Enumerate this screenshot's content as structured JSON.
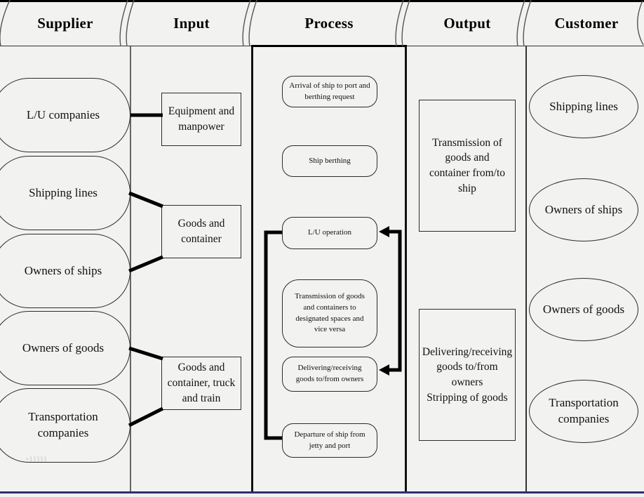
{
  "title": "SIPOC diagram",
  "header": {
    "columns": [
      {
        "id": "supplier",
        "label": "Supplier"
      },
      {
        "id": "input",
        "label": "Input"
      },
      {
        "id": "process",
        "label": "Process"
      },
      {
        "id": "output",
        "label": "Output"
      },
      {
        "id": "customer",
        "label": "Customer"
      }
    ]
  },
  "supplier": {
    "items": [
      "L/U companies",
      "Shipping lines",
      "Owners of ships",
      "Owners of goods",
      "Transportation companies"
    ]
  },
  "input": {
    "items": [
      "Equipment and manpower",
      "Goods and container",
      "Goods and container, truck and train"
    ]
  },
  "process": {
    "items": [
      "Arrival of ship to port and berthing request",
      "Ship berthing",
      "L/U operation",
      "Transmission of goods and containers to designated spaces and vice versa",
      "Delivering/receiving goods to/from owners",
      "Departure of ship from jetty and port"
    ]
  },
  "output": {
    "items": [
      {
        "lines": [
          "Transmission of goods and container from/to ship",
          ""
        ]
      },
      {
        "lines": [
          "Delivering/receiving goods to/from owners",
          "Stripping of goods"
        ]
      }
    ]
  },
  "customer": {
    "items": [
      "Shipping lines",
      "Owners of ships",
      "Owners of goods",
      "Transportation companies"
    ]
  },
  "colors": {
    "background": "#f2f2f0",
    "shape_border": "#2b2b2b",
    "connector": "#000000",
    "column_line": "#666666",
    "process_column_line": "#111111",
    "bottom_border": "#2e2e78",
    "top_border": "#000000"
  }
}
